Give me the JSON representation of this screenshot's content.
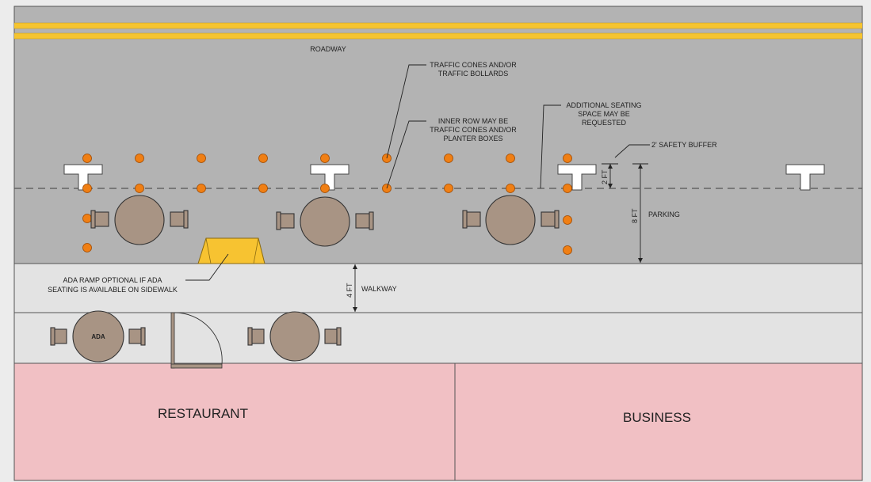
{
  "labels": {
    "roadway": "ROADWAY",
    "cones_line1": "TRAFFIC CONES AND/OR",
    "cones_line2": "TRAFFIC BOLLARDS",
    "inner_line1": "INNER ROW MAY BE",
    "inner_line2": "TRAFFIC CONES AND/OR",
    "inner_line3": "PLANTER BOXES",
    "additional_line1": "ADDITIONAL SEATING",
    "additional_line2": "SPACE MAY BE",
    "additional_line3": "REQUESTED",
    "safety_buffer": "2' SAFETY BUFFER",
    "dim_2ft": "2 FT",
    "dim_8ft": "8 FT",
    "parking": "PARKING",
    "dim_4ft": "4 FT",
    "walkway": "WALKWAY",
    "ada_ramp_line1": "ADA RAMP OPTIONAL IF ADA",
    "ada_ramp_line2": "SEATING IS AVAILABLE ON SIDEWALK",
    "ada_table": "ADA",
    "restaurant": "RESTAURANT",
    "business": "BUSINESS"
  },
  "colors": {
    "roadway": "#b3b3b3",
    "yellow_line": "#f5c430",
    "sidewalk": "#e3e3e3",
    "building": "#f1c0c4",
    "cone": "#f07f14",
    "table": "#a89484",
    "ramp": "#f7c331"
  }
}
